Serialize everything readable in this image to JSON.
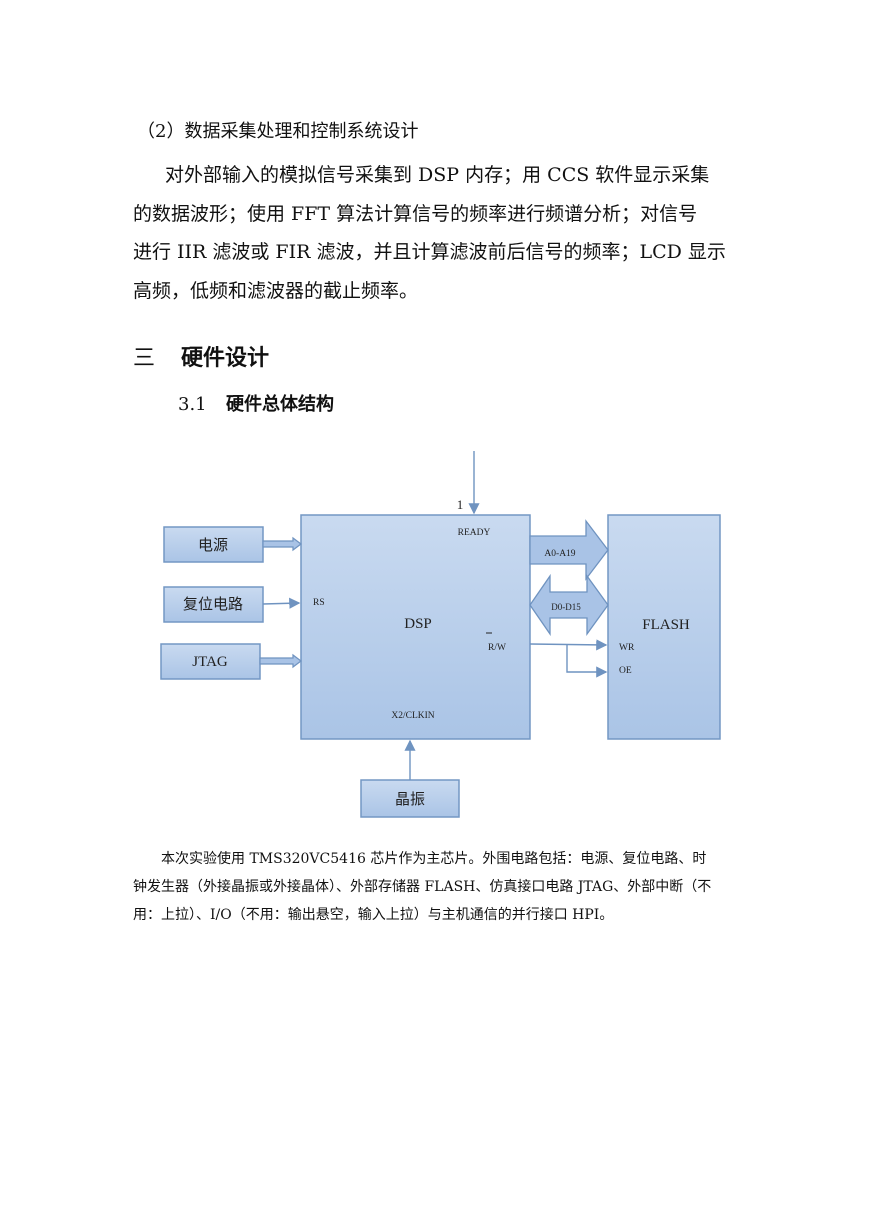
{
  "section_sub": "（2）数据采集处理和控制系统设计",
  "paragraph_lines": [
    "对外部输入的模拟信号采集到 DSP 内存；用 CCS 软件显示采集",
    "的数据波形；使用 FFT 算法计算信号的频率进行频谱分析；对信号",
    "进行 IIR 滤波或 FIR 滤波，并且计算滤波前后信号的频率；LCD 显示",
    "高频，低频和滤波器的截止频率。"
  ],
  "heading2": {
    "num": "三",
    "text": "硬件设计"
  },
  "heading3": {
    "num": "3.1",
    "text": "硬件总体结构"
  },
  "diagram": {
    "power": "电源",
    "reset": "复位电路",
    "jtag": "JTAG",
    "crystal": "晶振",
    "dsp": "DSP",
    "flash": "FLASH",
    "ready_num": "1",
    "ready": "READY",
    "rs": "RS",
    "rw": "R/W",
    "clk": "X2/CLKIN",
    "addr": "A0-A19",
    "data": "D0-D15",
    "wr": "WR",
    "oe": "OE"
  },
  "caption_lines": [
    "本次实验使用 TMS320VC5416 芯片作为主芯片。外围电路包括：电源、复位电路、时",
    "钟发生器（外接晶振或外接晶体）、外部存储器 FLASH、仿真接口电路 JTAG、外部中断（不",
    "用：上拉）、I/O（不用：输出悬空，输入上拉）与主机通信的并行接口 HPI。"
  ]
}
